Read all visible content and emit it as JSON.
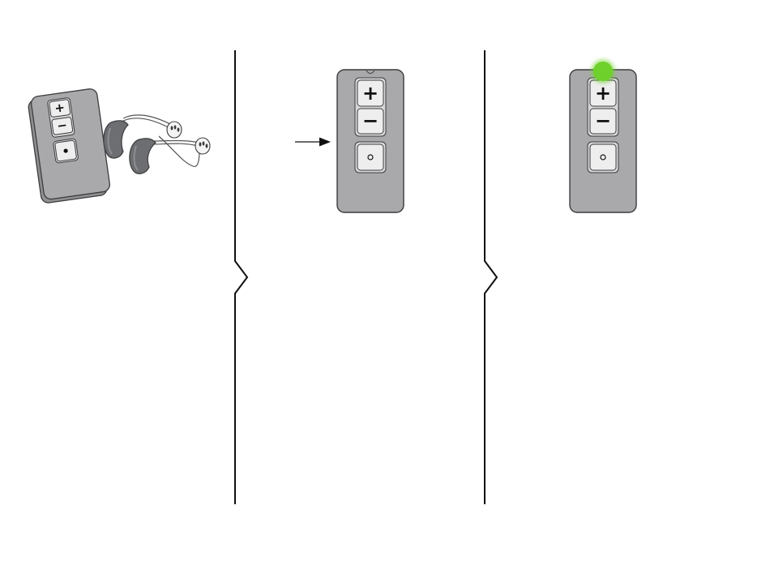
{
  "colors": {
    "remote_body": "#a9a9ab",
    "remote_outline": "#3c3c3e",
    "button_face": "#eeeeee",
    "button_recess": "#d6d6d8",
    "hearing_aid": "#6d6e71",
    "dome": "#f4f4f4",
    "indicator_led": "#6ed12c",
    "line": "#111111"
  },
  "panels": [
    {
      "id": "overview",
      "description_icon": "remote-with-hearing-aids"
    },
    {
      "id": "step-press",
      "description_icon": "arrow-pointing-to-remote-side"
    },
    {
      "id": "step-confirm",
      "description_icon": "green-led-indicator-on"
    }
  ],
  "remote": {
    "buttons": {
      "plus_label": "+",
      "minus_label": "−",
      "program_label": "○",
      "program_label_overview": "●"
    }
  },
  "indicator": {
    "state": "on",
    "color": "#6ed12c"
  }
}
